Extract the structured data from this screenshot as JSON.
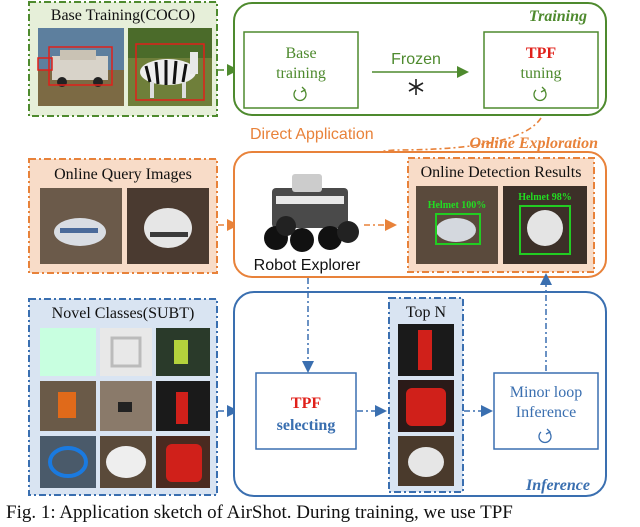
{
  "sections": {
    "base_training": {
      "title": "Base Training(COCO)"
    },
    "training": {
      "title": "Training",
      "base_box": [
        "Base",
        "training"
      ],
      "tpf_box": {
        "accent": "TPF",
        "sub": "tuning"
      },
      "frozen_label": "Frozen"
    },
    "direct_application": "Direct Application",
    "online_exploration": {
      "title": "Online Exploration",
      "robot_label": "Robot Explorer"
    },
    "online_query": {
      "title": "Online Query Images"
    },
    "online_results": {
      "title": "Online Detection Results",
      "detections": [
        "Helmet 100%",
        "Helmet 98%"
      ]
    },
    "novel_classes": {
      "title": "Novel Classes(SUBT)"
    },
    "inference": {
      "title": "Inference",
      "selecting_box": {
        "accent": "TPF",
        "sub": "selecting"
      },
      "top_n": "Top N",
      "minor_loop": [
        "Minor loop",
        "Inference"
      ]
    }
  },
  "caption": "Fig. 1: Application sketch of AirShot. During training, we use TPF",
  "colors": {
    "green": "#4e8a2e",
    "orange": "#e8823a",
    "blue": "#3a6fb0",
    "red": "#e0201a",
    "green_light": "#e6efd9",
    "orange_light": "#f8dcc8",
    "blue_light": "#d9e4f2"
  }
}
